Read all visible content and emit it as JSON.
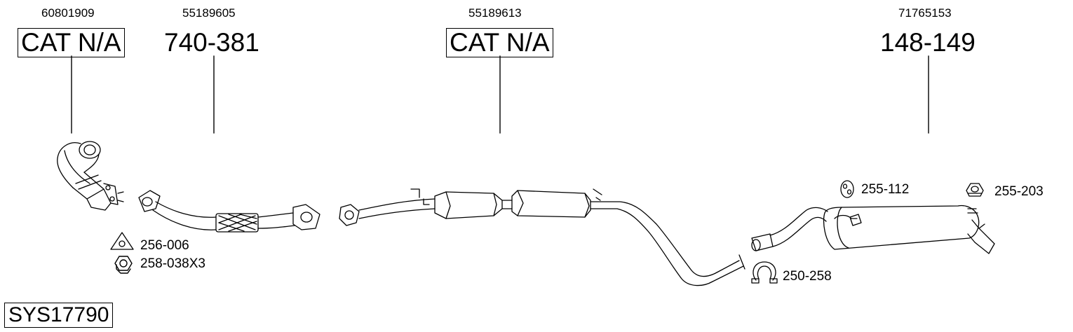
{
  "parts": [
    {
      "oem": "60801909",
      "label": "CAT N/A"
    },
    {
      "oem": "55189605",
      "label": "740-381"
    },
    {
      "oem": "55189613",
      "label": "CAT N/A"
    },
    {
      "oem": "71765153",
      "label": "148-149"
    }
  ],
  "accessories": [
    {
      "code": "256-006",
      "icon": "gasket-icon"
    },
    {
      "code": "258-038X3",
      "icon": "nut-icon"
    },
    {
      "code": "255-112",
      "icon": "rubber-ring-icon"
    },
    {
      "code": "255-203",
      "icon": "hanger-icon"
    },
    {
      "code": "250-258",
      "icon": "clamp-icon"
    }
  ],
  "system_code": "SYS17790"
}
